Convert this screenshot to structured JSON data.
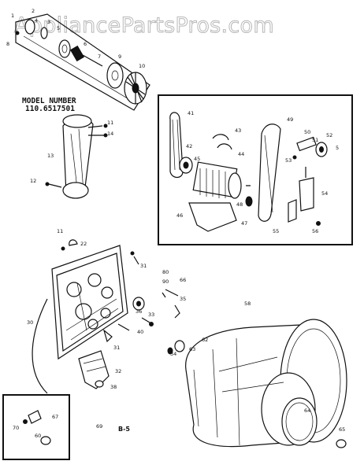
{
  "watermark": "AppliancePartsPros.com",
  "model_label": "MODEL NUMBER",
  "model_number": "110.6517501",
  "page_ref": "B-5",
  "callouts": [
    {
      "id": "c1",
      "text": "1"
    },
    {
      "id": "c2",
      "text": "2"
    },
    {
      "id": "c3",
      "text": "3"
    },
    {
      "id": "c4",
      "text": "4"
    },
    {
      "id": "c5",
      "text": "5"
    },
    {
      "id": "c6",
      "text": "6"
    },
    {
      "id": "c7",
      "text": "7"
    },
    {
      "id": "c8",
      "text": "8"
    },
    {
      "id": "c9",
      "text": "9"
    },
    {
      "id": "c10",
      "text": "10"
    },
    {
      "id": "c11",
      "text": "11"
    },
    {
      "id": "c11b",
      "text": "11"
    },
    {
      "id": "c12",
      "text": "12"
    },
    {
      "id": "c13",
      "text": "13"
    },
    {
      "id": "c14",
      "text": "14"
    },
    {
      "id": "c41",
      "text": "41"
    },
    {
      "id": "c42",
      "text": "42"
    },
    {
      "id": "c43",
      "text": "43"
    },
    {
      "id": "c44",
      "text": "44"
    },
    {
      "id": "c45",
      "text": "45"
    },
    {
      "id": "c46",
      "text": "46"
    },
    {
      "id": "c47",
      "text": "47"
    },
    {
      "id": "c48",
      "text": "48"
    },
    {
      "id": "c49",
      "text": "49"
    },
    {
      "id": "c50",
      "text": "50"
    },
    {
      "id": "c51",
      "text": "51"
    },
    {
      "id": "c52",
      "text": "52"
    },
    {
      "id": "c53",
      "text": "53"
    },
    {
      "id": "c54",
      "text": "54"
    },
    {
      "id": "c55",
      "text": "55"
    },
    {
      "id": "c56",
      "text": "56"
    },
    {
      "id": "c5b",
      "text": "5"
    },
    {
      "id": "c22",
      "text": "22"
    },
    {
      "id": "c30",
      "text": "30"
    },
    {
      "id": "c31",
      "text": "31"
    },
    {
      "id": "c31b",
      "text": "31"
    },
    {
      "id": "c32",
      "text": "32"
    },
    {
      "id": "c33",
      "text": "33"
    },
    {
      "id": "c34",
      "text": "34"
    },
    {
      "id": "c35",
      "text": "35"
    },
    {
      "id": "c36",
      "text": "36"
    },
    {
      "id": "c38",
      "text": "38"
    },
    {
      "id": "c40",
      "text": "40"
    },
    {
      "id": "c58",
      "text": "58"
    },
    {
      "id": "c60",
      "text": "60"
    },
    {
      "id": "c62",
      "text": "62"
    },
    {
      "id": "c63",
      "text": "63"
    },
    {
      "id": "c64",
      "text": "64"
    },
    {
      "id": "c65",
      "text": "65"
    },
    {
      "id": "c66",
      "text": "66"
    },
    {
      "id": "c67",
      "text": "67"
    },
    {
      "id": "c69",
      "text": "69"
    },
    {
      "id": "c70",
      "text": "70"
    },
    {
      "id": "c80",
      "text": "80"
    },
    {
      "id": "c90",
      "text": "90"
    }
  ]
}
